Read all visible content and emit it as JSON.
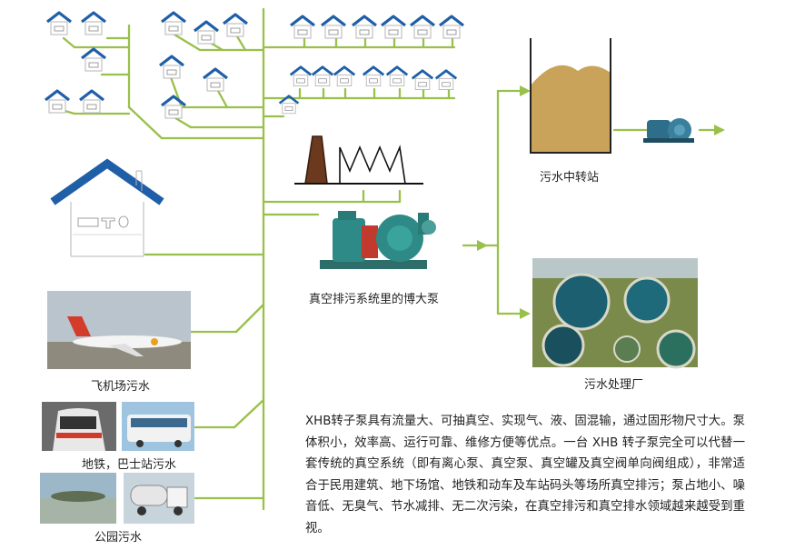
{
  "labels": {
    "pump": "真空排污系统里的博大泵",
    "transfer_station": "污水中转站",
    "treatment_plant": "污水处理厂",
    "airport": "飞机场污水",
    "metro_bus": "地铁，巴士站污水",
    "park": "公园污水"
  },
  "description": "XHB转子泵具有流量大、可抽真空、实现气、液、固混输，通过固形物尺寸大。泵体积小，效率高、运行可靠、维修方便等优点。一台 XHB 转子泵完全可以代替一套传统的真空系统（即有离心泵、真空泵、真空罐及真空阀单向阀组成），非常适合于民用建筑、地下场馆、地铁和动车及车站码头等场所真空排污；泵占地小、噪音低、无臭气、节水减排、无二次污染，在真空排污和真空排水领域越来越受到重视。",
  "colors": {
    "pipe": "#99c04a",
    "roof": "#1f5fa8",
    "tank_fill": "#c9a35a",
    "pump_body": "#2e8a86"
  }
}
